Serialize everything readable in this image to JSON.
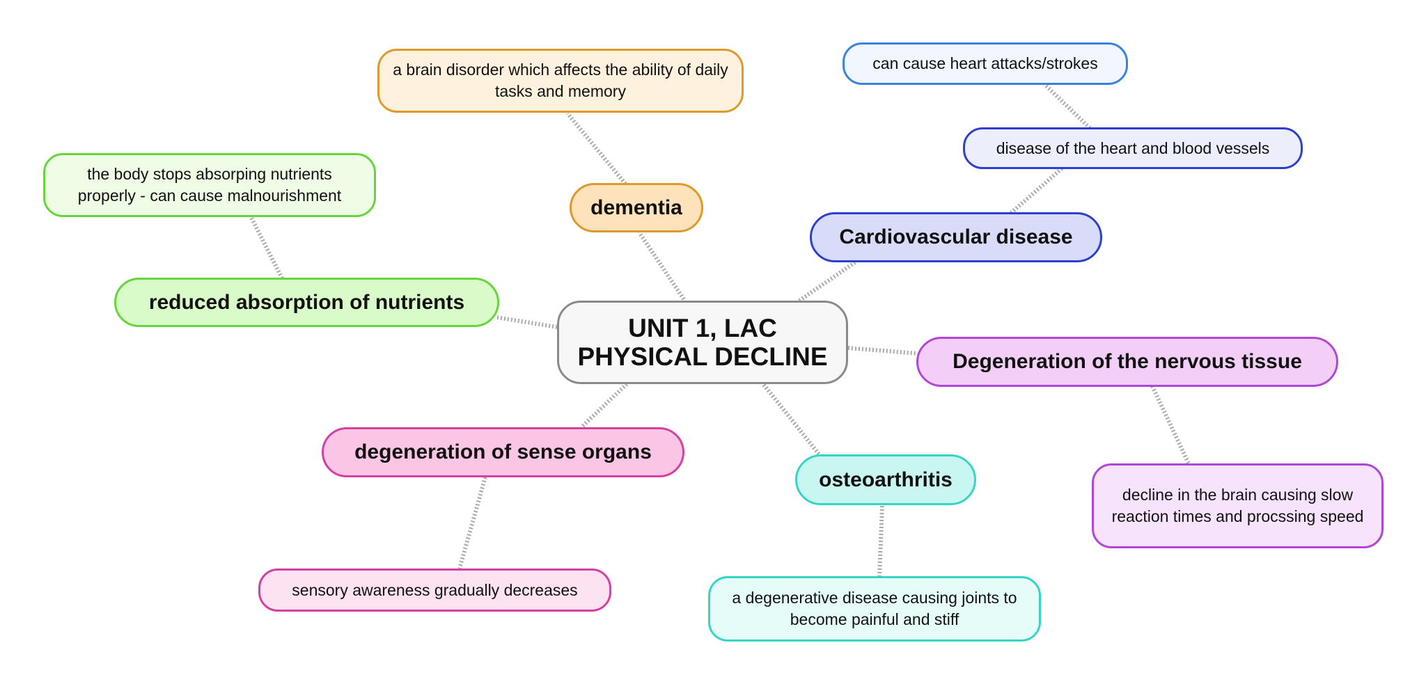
{
  "mindmap": {
    "central": {
      "label": "UNIT 1, LAC\nPHYSICAL DECLINE"
    },
    "branches": [
      {
        "topic": "dementia",
        "details": [
          "a brain disorder which affects the ability of daily tasks and memory"
        ]
      },
      {
        "topic": "Cardiovascular disease",
        "details": [
          "disease of the heart and blood vessels",
          "can cause heart attacks/strokes"
        ]
      },
      {
        "topic": "reduced absorption of nutrients",
        "details": [
          "the body stops absorping nutrients properly  - can cause malnourishment"
        ]
      },
      {
        "topic": "Degeneration of the nervous tissue",
        "details": [
          "decline in the brain causing slow reaction times and procssing speed"
        ]
      },
      {
        "topic": "degeneration of sense organs",
        "details": [
          "sensory awareness gradually decreases"
        ]
      },
      {
        "topic": "osteoarthritis",
        "details": [
          "a degenerative disease causing joints to become painful and stiff"
        ]
      }
    ]
  },
  "colors": {
    "connector": "#a9a9a9",
    "central": "#8a8a8a",
    "dementia": "#dd9a2a",
    "cardiovascular": "#2d3fd0",
    "heart_attacks_note": "#3b82e0",
    "nutrients": "#65d63a",
    "nervous_tissue": "#b046d3",
    "sense_organs": "#d53fa2",
    "osteoarthritis": "#33d6c5"
  }
}
